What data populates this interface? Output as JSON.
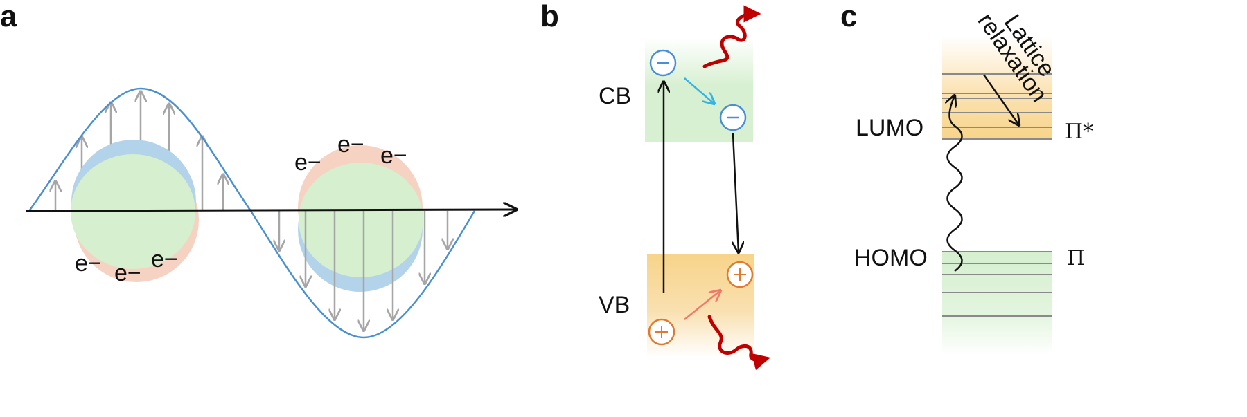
{
  "panels": {
    "a": {
      "letter": "a",
      "electron_labels": [
        "e−",
        "e−",
        "e−",
        "e−",
        "e−",
        "e−"
      ]
    },
    "b": {
      "letter": "b",
      "band_labels": {
        "conduction": "CB",
        "valence": "VB"
      },
      "charge_symbols": {
        "electron": "−",
        "hole": "+"
      }
    },
    "c": {
      "letter": "c",
      "level_labels": {
        "lumo": "LUMO",
        "homo": "HOMO"
      },
      "orbital_labels": {
        "pi_star": "Π*",
        "pi": "Π"
      },
      "relaxation_label": [
        "Lattice",
        "relaxation"
      ]
    }
  },
  "colors": {
    "green_fill": "#d5efcf",
    "blue_fill": "#b3d3ea",
    "pink_fill": "#f6d2c3",
    "wave_blue": "#4a90d0",
    "gray_arrow": "#a6a6a6",
    "cb_green": "#d8f0d2",
    "vb_orange": "#f7d48a",
    "electron_blue": "#4a8fd6",
    "hole_orange": "#e07a2e",
    "photon_red": "#c00000",
    "cyan_arrow": "#33b4e6",
    "salmon_arrow": "#f07a6a"
  }
}
